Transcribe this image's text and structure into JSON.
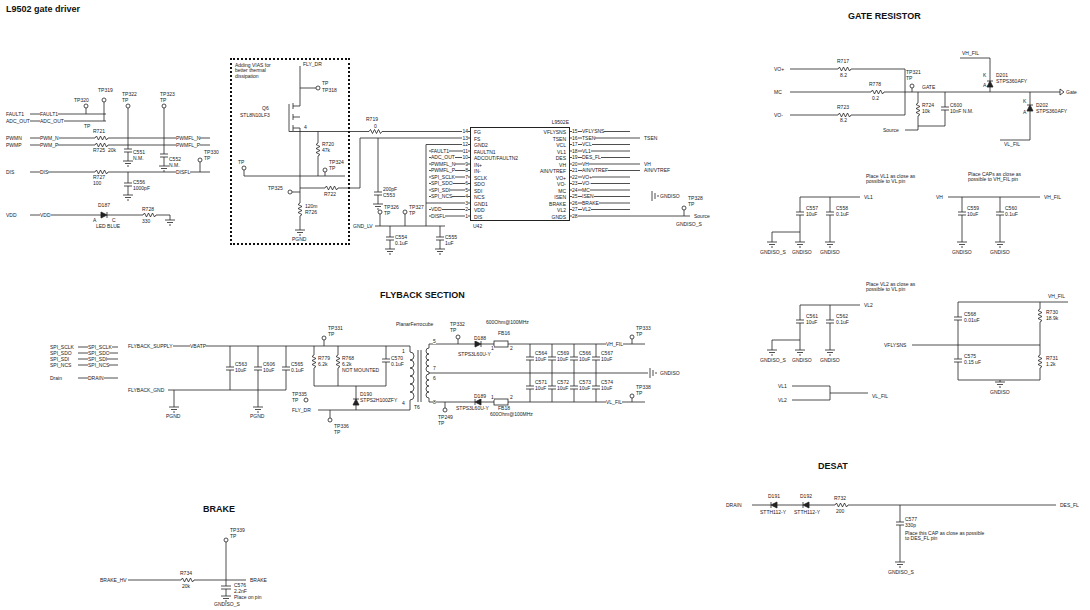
{
  "diagram": {
    "nodes": [
      {
        "text": [
          "Adding VIAS for better thermal dissipation"
        ]
      },
      {
        "text": [
          "L9502E",
          "FG",
          "FS",
          "GND2",
          "FAULTN1",
          "ADCOUT/FAULTN2",
          "IN+",
          "IN-",
          "SCLK",
          "SDO",
          "SDI",
          "NCS",
          "GND1",
          "VDD",
          "DIS",
          "VFLYSNS",
          "TSEN",
          "VCL",
          "VL1",
          "DES",
          "VH",
          "AIN/VTREF",
          "VO+",
          "VO-",
          "MC",
          "ISEN",
          "BRAKE",
          "VL2",
          "GNDS",
          "U42"
        ]
      }
    ],
    "labels": [
      "L9502 gate driver",
      "GATE RESISTOR",
      "FLYBACK SECTION",
      "BRAKE",
      "DESAT",
      "FAULT1",
      "ADC_OUT",
      "FAULT1",
      "ADC_OUT",
      "TP320",
      "TP319",
      "TP",
      "PWMN",
      "PWMP",
      "PWM_N",
      "PWM_P",
      "R721",
      "R725",
      "20k",
      "TP322",
      "TP",
      "TP323",
      "TP",
      "PWMFL_N",
      "PWMFL_P",
      "C551",
      "N.M.",
      "C552",
      "N.M.",
      "DIS",
      "DIS",
      "R727",
      "100",
      "C556",
      "1000pF",
      "TP330",
      "TP",
      "DISFL",
      "VDD",
      "VDD",
      "D187",
      "A",
      "C",
      "LED BLUE",
      "R728",
      "330",
      "FLY_DR",
      "TP",
      "TP318",
      "Q6",
      "STL8N10LF3",
      "4",
      "R720",
      "47k",
      "TP324",
      "TP",
      "TP",
      "TP325",
      "120m",
      "R726",
      "R722",
      "PGND",
      "0",
      "R719",
      "TP326",
      "TP",
      "TP327",
      "TP",
      "200pF",
      "C553",
      "C554",
      "0.1uF",
      "C555",
      "1uF",
      "GND_LV",
      "14",
      "13",
      "12",
      "11",
      "10",
      "9",
      "8",
      "7",
      "6",
      "5",
      "4",
      "3",
      "2",
      "1",
      "FAULT1",
      "ADC_OUT",
      "PWMFL_N",
      "PWMFL_P",
      "SPI_SCLK",
      "SPI_SDO",
      "SPI_SDI",
      "SPI_NCS",
      "VDD",
      "DISFL",
      "15",
      "16",
      "17",
      "18",
      "19",
      "20",
      "21",
      "22",
      "23",
      "24",
      "25",
      "26",
      "27",
      "28",
      "VFLYSNS",
      "TSEN",
      "VCL",
      "VL1",
      "DES_FL",
      "VH",
      "AIN/VTREF",
      "VO+",
      "VO-",
      "MC",
      "ISEN",
      "BRAKE",
      "VL2",
      "TSEN",
      "VH",
      "AIN/VTREF",
      "GNDISO",
      "TP328",
      "TP",
      "Source",
      "GNDISO_S",
      "VO+",
      "R717",
      "8.2",
      "MC",
      "R778",
      "0.2",
      "VO-",
      "R723",
      "8.2",
      "TP321",
      "TP",
      "GATE",
      "R724",
      "10k",
      "C600",
      "10nF N.M.",
      "VH_FIL",
      "K",
      "A",
      "D201",
      "STPS360AFY",
      "K",
      "A",
      "D202",
      "STPS360AFY",
      "Gate",
      "Source",
      "VL_FIL",
      "VL1",
      "Place VL1 as close as possible to VL pin",
      "C557",
      "10uF",
      "C558",
      "0.1uF",
      "GNDISO_S",
      "GNDISO",
      "GNDISO",
      "Place CAPs as close as possible to VH_FIL pin",
      "VH",
      "VH_FIL",
      "C559",
      "10uF",
      "C560",
      "0.1uF",
      "GNDISO",
      "GNDISO",
      "VL2",
      "Place VL2 as close as possible to VL pin",
      "C561",
      "10uF",
      "C562",
      "0.1uF",
      "GNDISO_S",
      "GNDISO",
      "GNDISO",
      "VL1",
      "VL2",
      "VL_FIL",
      "VH_FIL",
      "C568",
      "0.01uF",
      "R730",
      "18.9k",
      "VFLYSNS",
      "C575",
      "0.15 uF",
      "R731",
      "1.2k",
      "GNDISO",
      "SPI_SCLK",
      "SPI_SDO",
      "SPI_SDI",
      "SPI_NCS",
      "Drain",
      "SPI_SCLK",
      "SPI_SDO",
      "SPI_SDI",
      "SPI_NCS",
      "DRAIN",
      "FLYBACK_SUPPLY",
      "VBATP",
      "FLYBACK_GND",
      "PGND",
      "PGND",
      "C563",
      "10uF",
      "C606",
      "10uF",
      "C565",
      "0.1uF",
      "TP331",
      "TP",
      "R779",
      "6.2k",
      "R768",
      "6.2k",
      "NOT MOUNTED",
      "C570",
      "0.1uF",
      "TP335",
      "TP",
      "D190",
      "STPS2H100ZFY",
      "FLY_DR",
      "TP336",
      "TP",
      "PlanarFerrocube",
      "T6",
      "1",
      "4",
      "5",
      "7",
      "6",
      "8",
      "TP332",
      "TP",
      "D188",
      "STPS3L60U-Y",
      "600Ohm@100MHz",
      "FB16",
      "1",
      "2",
      "C564",
      "10uF",
      "C569",
      "10uF",
      "C566",
      "10uF",
      "C567",
      "10uF",
      "C571",
      "10uF",
      "C572",
      "10uF",
      "C573",
      "10uF",
      "C574",
      "10uF",
      "VH_FIL",
      "TP333",
      "TP",
      "GNDISO",
      "D189",
      "STPS3L60U-Y",
      "FB18",
      "600Ohm@100MHz",
      "1",
      "2",
      "VL_FIL",
      "TP338",
      "TP",
      "TP249",
      "TP",
      "BRAKE_HV",
      "R734",
      "20k",
      "TP339",
      "TP",
      "BRAKE",
      "C576",
      "2.2nF",
      "Place on pin",
      "GNDISO_S",
      "DRAIN",
      "D191",
      "STTH112-Y",
      "D192",
      "STTH112-Y",
      "R732",
      "200",
      "DES_FL",
      "C577",
      "330p",
      "Place this CAP as close as possible to DES_FL pin",
      "GNDISO_S"
    ]
  }
}
